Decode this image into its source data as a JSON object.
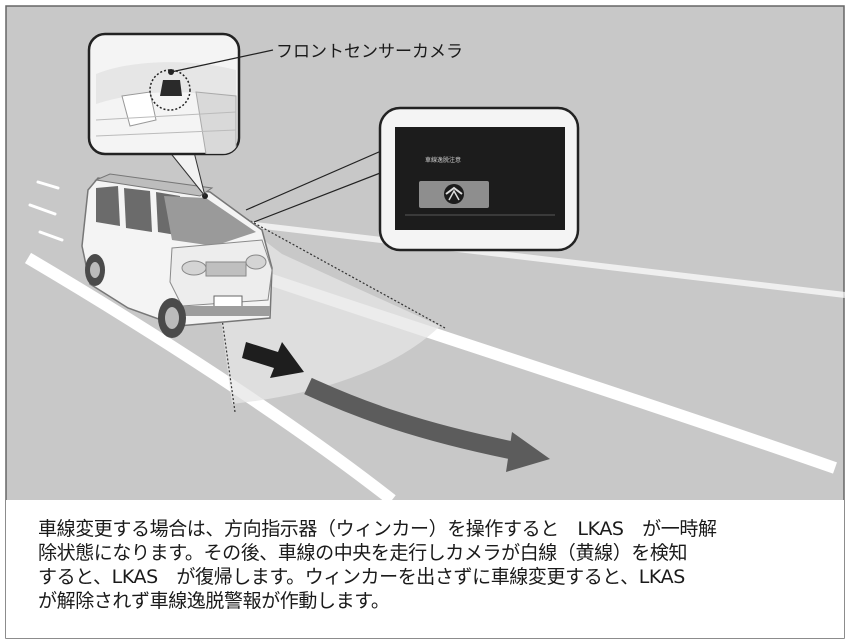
{
  "labels": {
    "camera": "フロントセンサーカメラ",
    "screen_text": "車線逸脱注意"
  },
  "caption": {
    "lines": [
      "車線変更する場合は、方向指示器（ウィンカー）を操作すると　LKAS　が一時解",
      "除状態になります。その後、車線の中央を走行しカメラが白線（黄線）を検知",
      "すると、LKAS　が復帰します。ウィンカーを出さずに車線変更すると、LKAS",
      "が解除されず車線逸脱警報が作動します。"
    ]
  },
  "colors": {
    "road": "#c8c8c8",
    "lane_line": "#ffffff",
    "arrow_dark": "#1e1e1e",
    "arrow_curve": "#5c5c5c",
    "screen": "#1c1c1c"
  },
  "icons": {
    "camera": "front-sensor-camera-icon",
    "warning": "lane-departure-warning-icon"
  }
}
